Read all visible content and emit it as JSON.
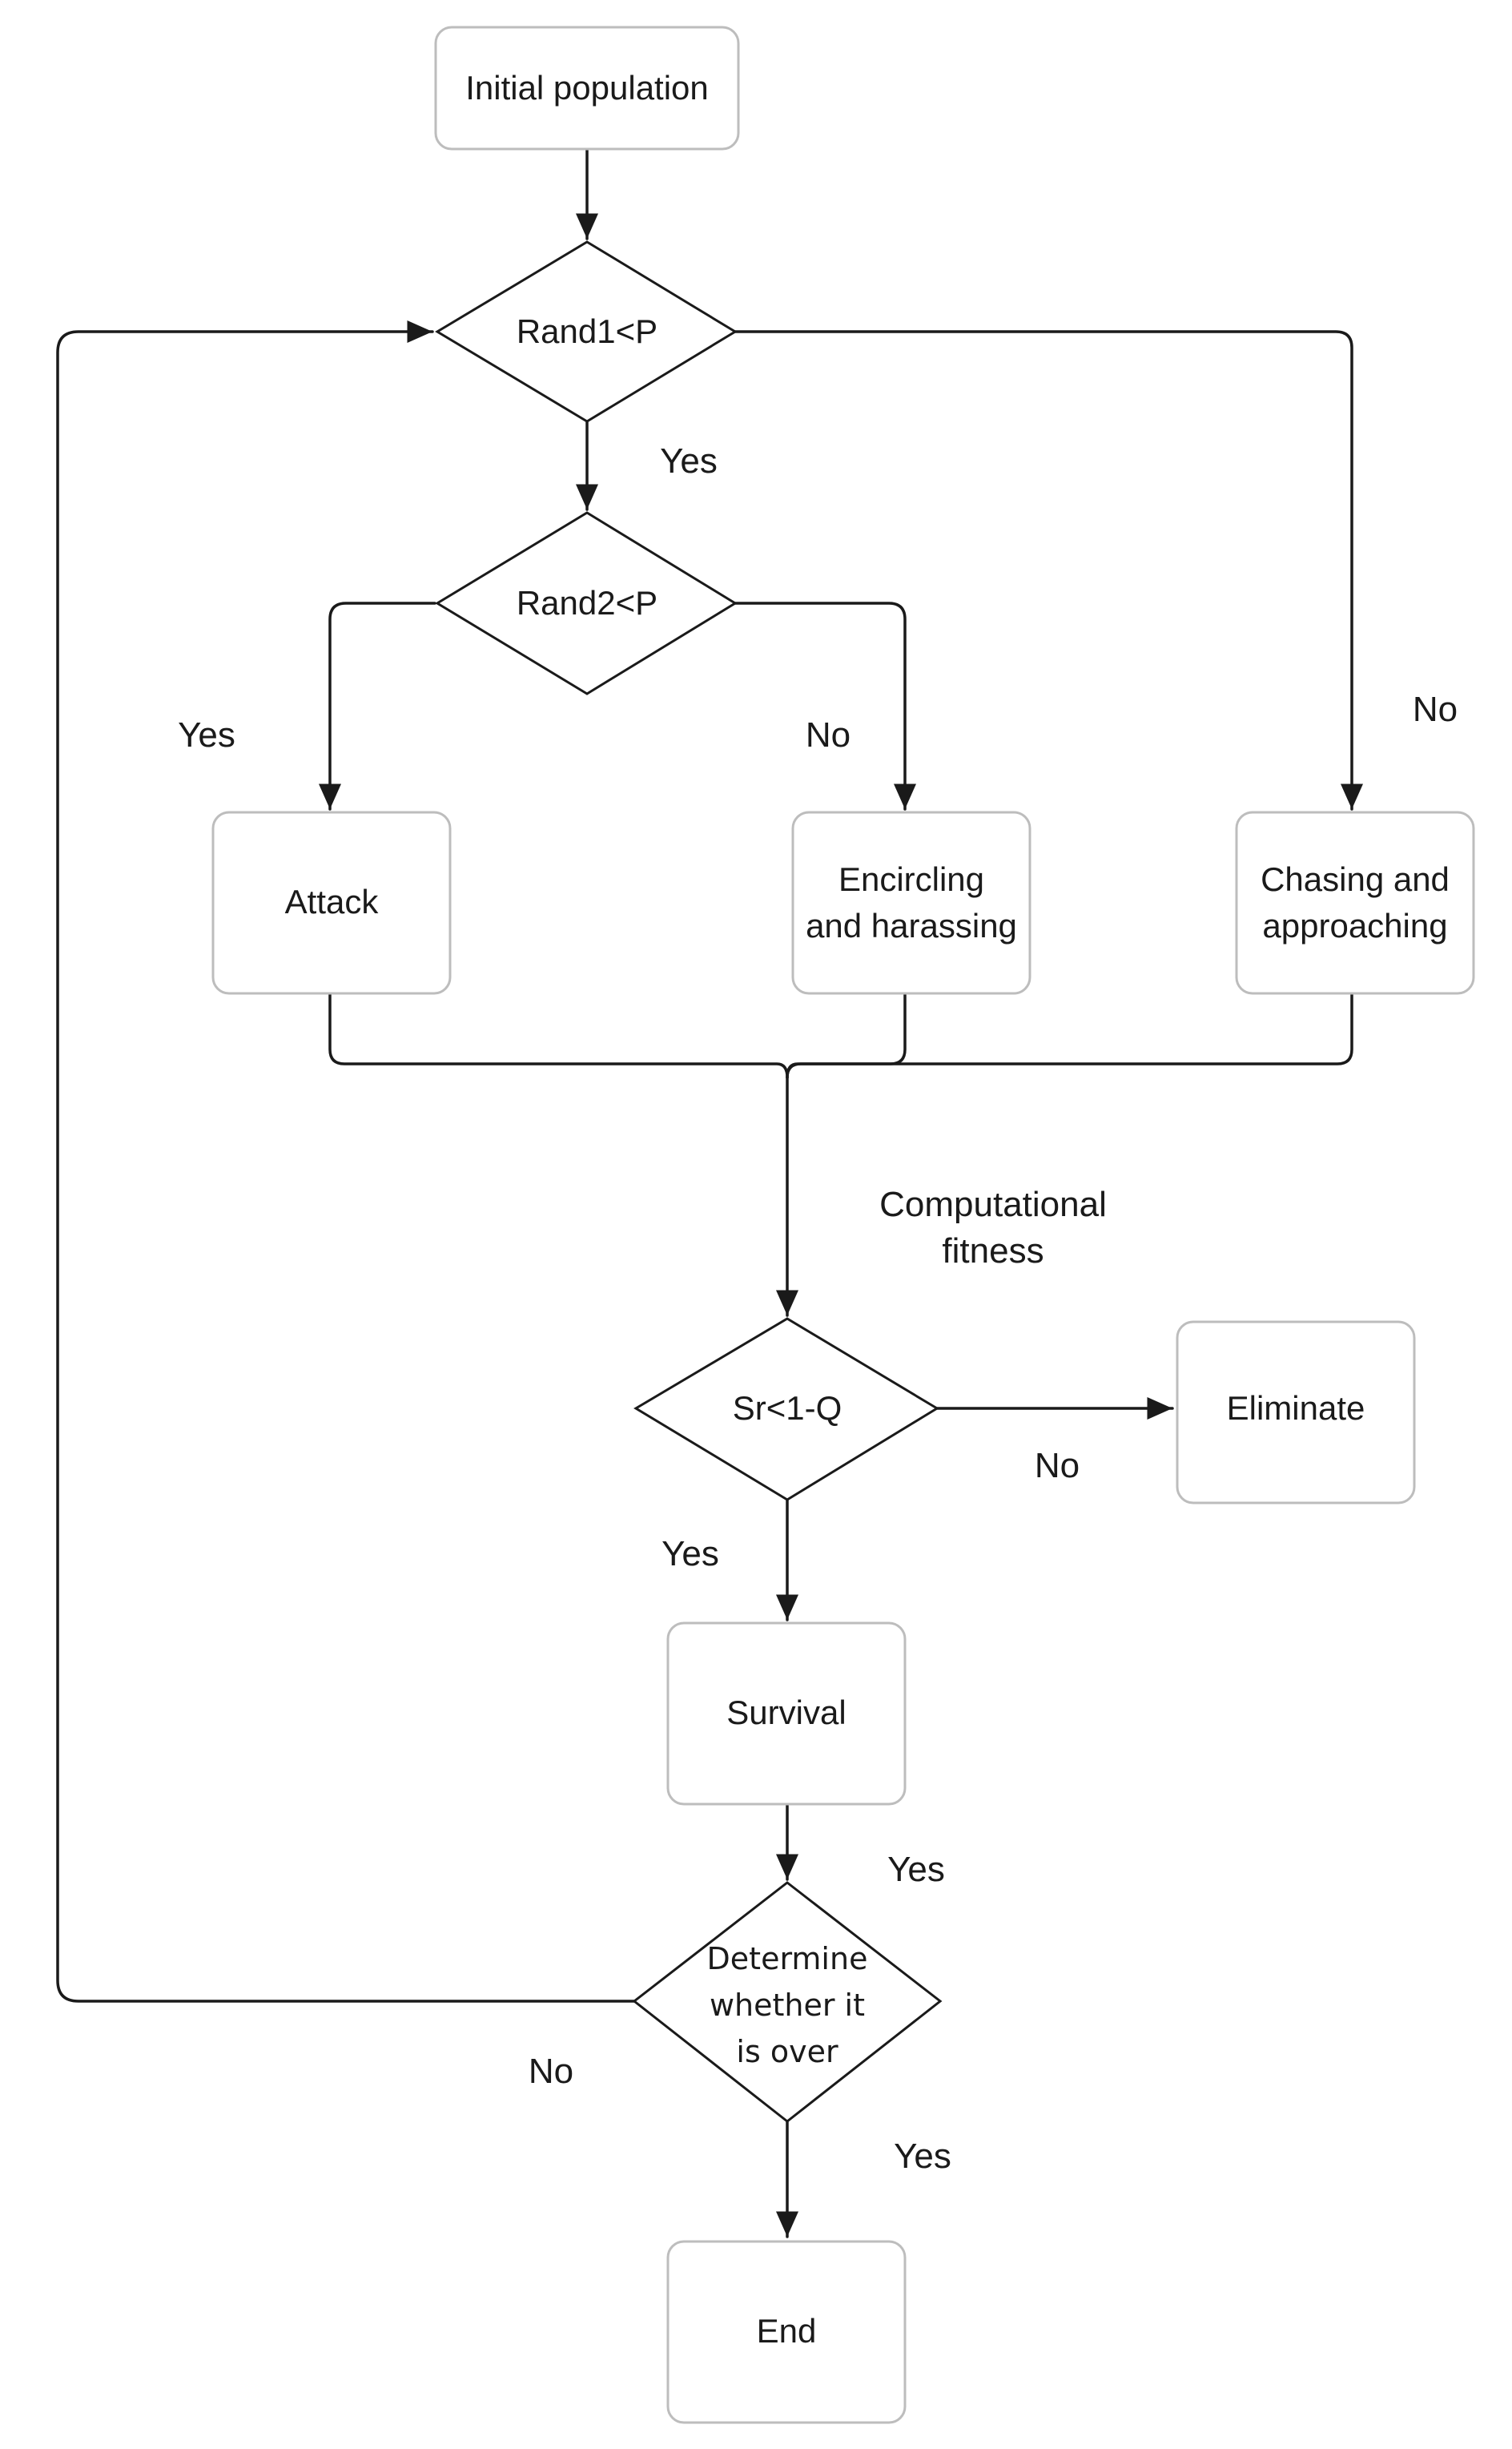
{
  "nodes": {
    "initial": "Initial population",
    "rand1": "Rand1<P",
    "rand2": "Rand2<P",
    "attack": "Attack",
    "encircling": [
      "Encircling",
      "and harassing"
    ],
    "chasing": [
      "Chasing and",
      "approaching"
    ],
    "sr": "Sr<1-Q",
    "eliminate": "Eliminate",
    "survival": "Survival",
    "determine": [
      "Determine",
      "whether it",
      "is over"
    ],
    "end": "End"
  },
  "labels": {
    "rand1_yes": "Yes",
    "rand1_no": "No",
    "rand2_yes": "Yes",
    "rand2_no": "No",
    "fitness": [
      "Computational",
      "fitness"
    ],
    "sr_no": "No",
    "sr_yes": "Yes",
    "survival_yes": "Yes",
    "determine_no": "No",
    "determine_yes": "Yes"
  },
  "colors": {
    "box_border": "#bdbdbd",
    "line": "#1a1a1a",
    "text": "#1a1a1a"
  }
}
